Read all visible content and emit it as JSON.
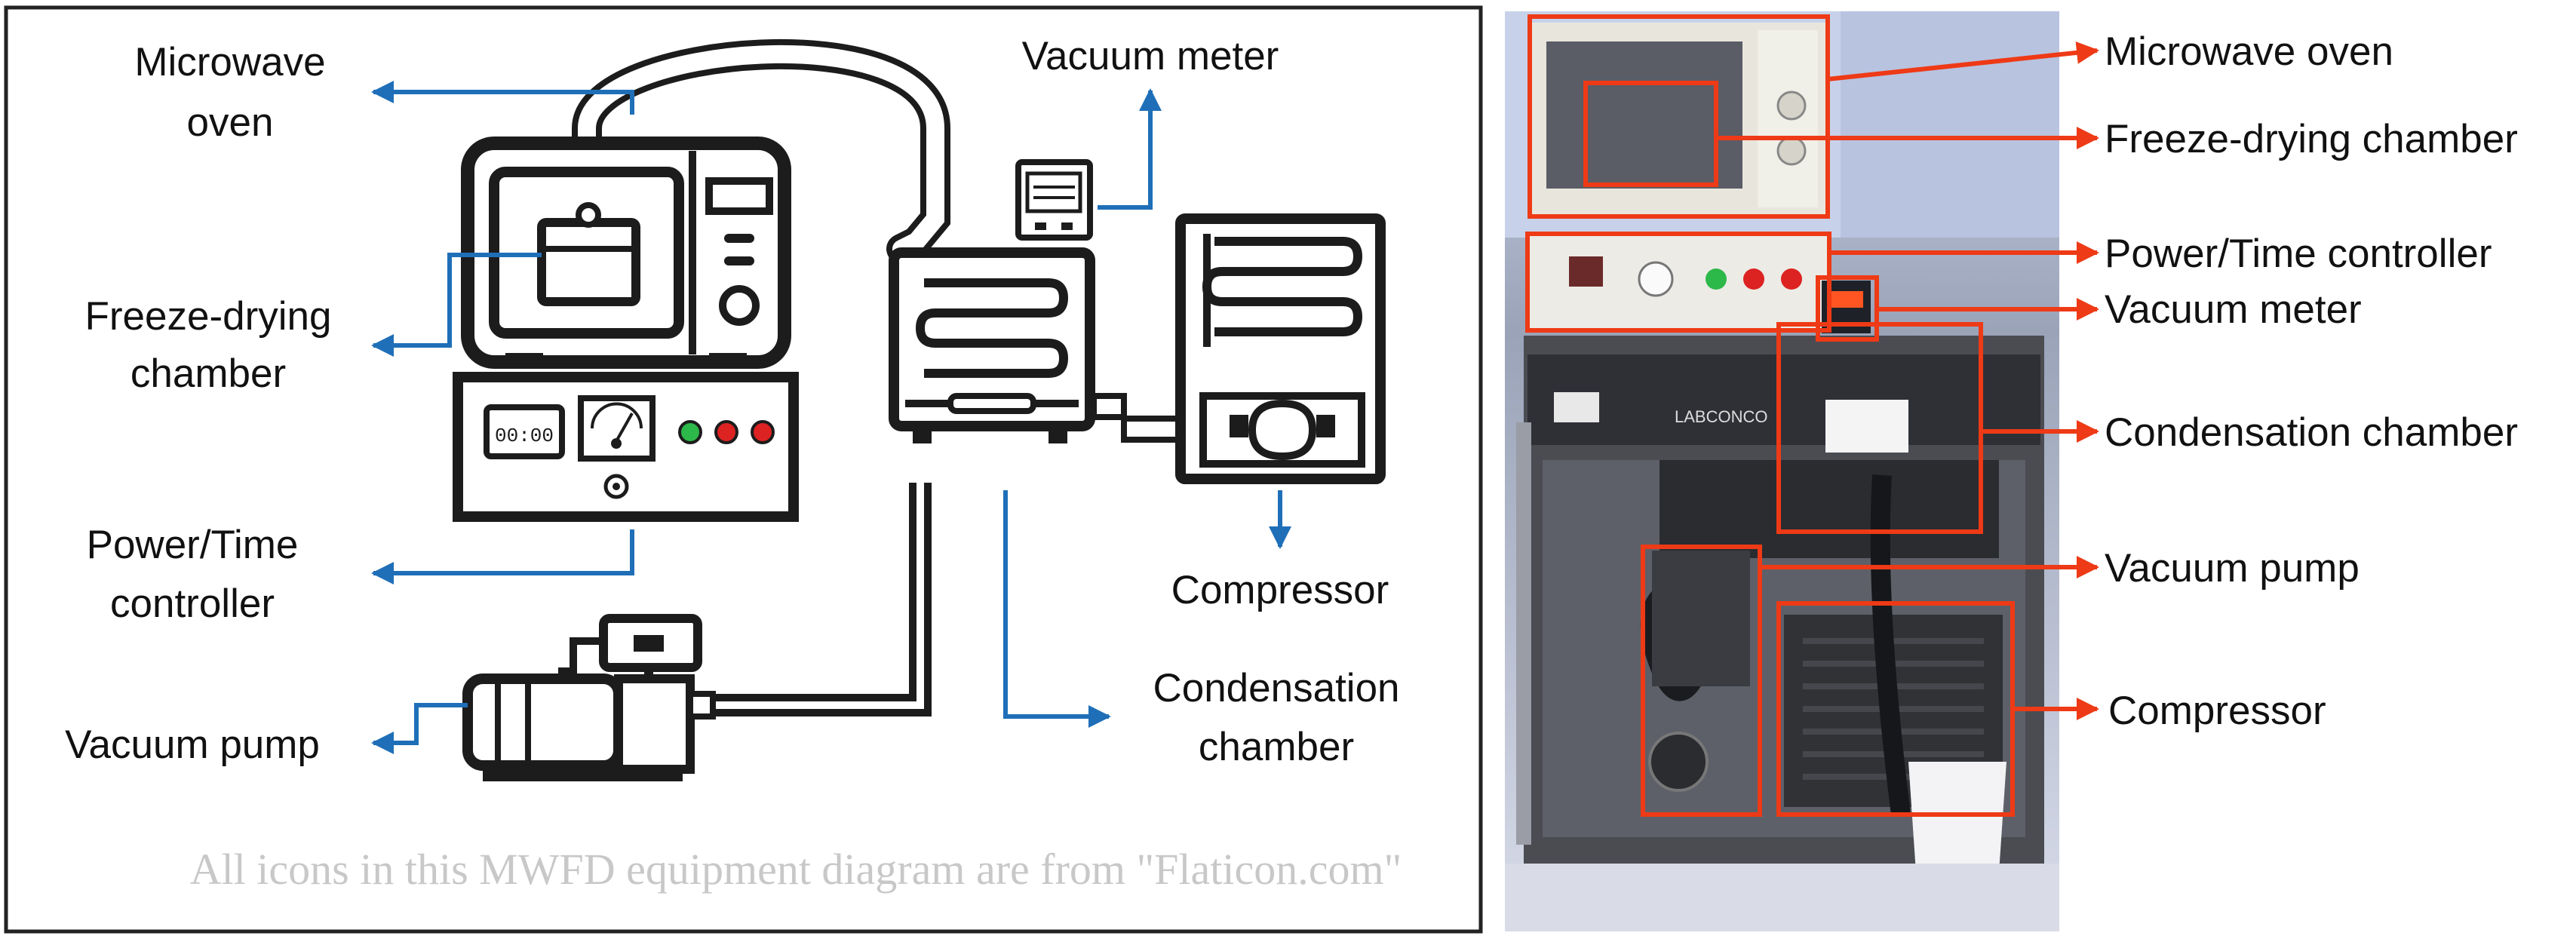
{
  "colors": {
    "diagram_arrow": "#1f6fb8",
    "photo_arrow": "#ee3a16",
    "icon_stroke": "#1c1c1c",
    "led_green": "#2db84a",
    "led_red": "#dd2222",
    "credit_text": "#c8c8c8"
  },
  "diagram": {
    "labels": {
      "microwave_line1": "Microwave",
      "microwave_line2": "oven",
      "chamber_line1": "Freeze-drying",
      "chamber_line2": "chamber",
      "controller_line1": "Power/Time",
      "controller_line2": "controller",
      "vacuum_pump": "Vacuum pump",
      "vacuum_meter": "Vacuum meter",
      "compressor": "Compressor",
      "condensation_line1": "Condensation",
      "condensation_line2": "chamber"
    },
    "timer_display": "00:00",
    "credit": "All icons in this MWFD equipment diagram are from \"Flaticon.com\"",
    "icons": [
      "microwave-oven-icon",
      "freeze-drying-chamber-icon",
      "power-time-controller-icon",
      "vacuum-meter-icon",
      "condensation-chamber-icon",
      "compressor-icon",
      "vacuum-pump-icon"
    ]
  },
  "photo": {
    "labels": {
      "microwave": "Microwave oven",
      "chamber": "Freeze-drying chamber",
      "controller": "Power/Time controller",
      "vacuum_meter": "Vacuum meter",
      "condensation": "Condensation chamber",
      "vacuum_pump": "Vacuum pump",
      "compressor": "Compressor"
    },
    "device_brand": "LABCONCO"
  }
}
